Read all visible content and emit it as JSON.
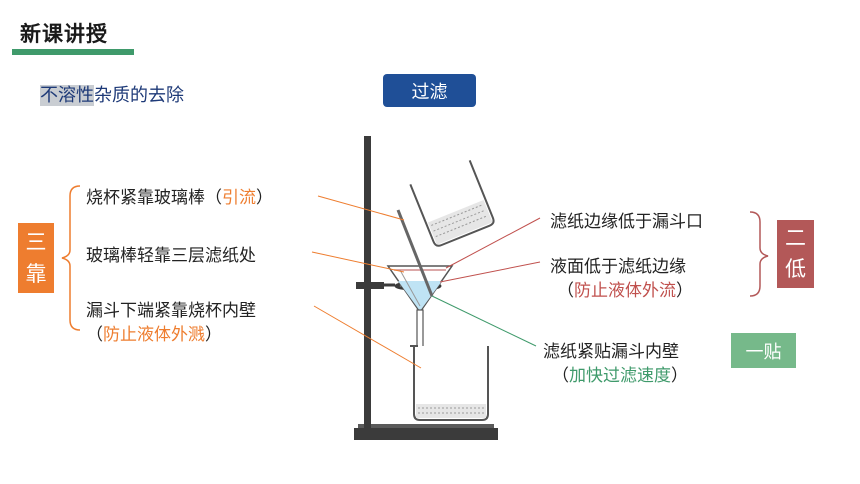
{
  "header": {
    "title": "新课讲授"
  },
  "subtitle": {
    "highlight": "不溶性",
    "rest": "杂质的去除"
  },
  "badge": "过滤",
  "left_group": {
    "label": "三靠",
    "label_line1": "三",
    "label_line2": "靠",
    "items": [
      {
        "main": "烧杯紧靠玻璃棒",
        "note_open": "（",
        "note": "引流",
        "note_close": "）"
      },
      {
        "main": "玻璃棒轻靠三层滤纸处"
      },
      {
        "main": "漏斗下端紧靠烧杯内壁",
        "note_open": "（",
        "note": "防止液体外溅",
        "note_close": "）"
      }
    ]
  },
  "right_group": {
    "label": "二低",
    "label_line1": "二",
    "label_line2": "低",
    "items": [
      {
        "main": "滤纸边缘低于漏斗口"
      },
      {
        "main": "液面低于滤纸边缘",
        "note_open": "（",
        "note": "防止液体外流",
        "note_close": "）"
      }
    ]
  },
  "bottom_right": {
    "label": "一贴",
    "main": "滤纸紧贴漏斗内壁",
    "note_open": "（",
    "note": "加快过滤速度",
    "note_close": "）"
  },
  "colors": {
    "header_bar": "#3f9a6b",
    "badge": "#1f4f97",
    "left_label": "#ee7d2f",
    "right_label": "#b35858",
    "green_label": "#76b98a"
  }
}
